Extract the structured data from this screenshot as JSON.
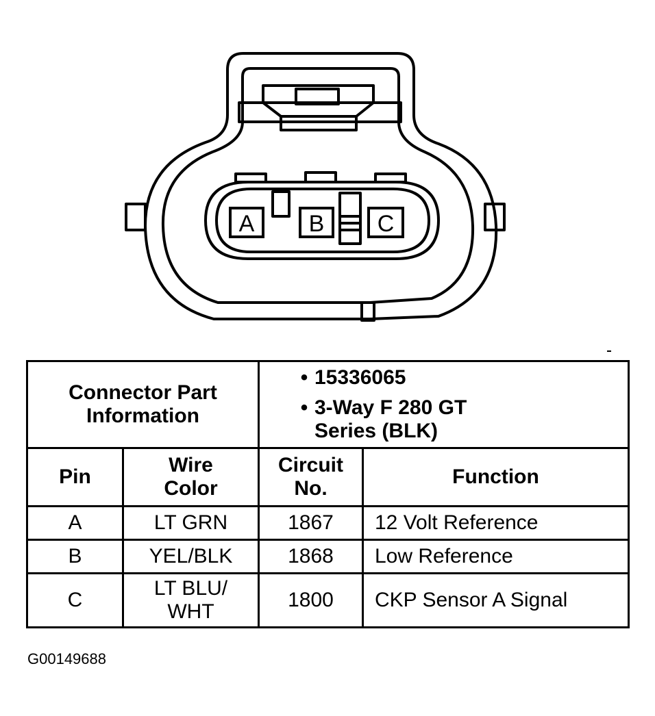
{
  "connector": {
    "pin_labels": [
      "A",
      "B",
      "C"
    ]
  },
  "table": {
    "part_info_label": "Connector Part Information",
    "part_info_items": [
      "15336065",
      "3-Way F 280 GT Series (BLK)"
    ],
    "headers": {
      "pin": "Pin",
      "wire_color": "Wire Color",
      "circuit_no": "Circuit No.",
      "function": "Function"
    },
    "rows": [
      {
        "pin": "A",
        "wire_color": "LT GRN",
        "circuit": "1867",
        "function": "12 Volt Reference"
      },
      {
        "pin": "B",
        "wire_color": "YEL/BLK",
        "circuit": "1868",
        "function": "Low Reference"
      },
      {
        "pin": "C",
        "wire_color": "LT BLU/ WHT",
        "circuit": "1800",
        "function": "CKP Sensor A Signal"
      }
    ]
  },
  "figure_code": "G00149688"
}
